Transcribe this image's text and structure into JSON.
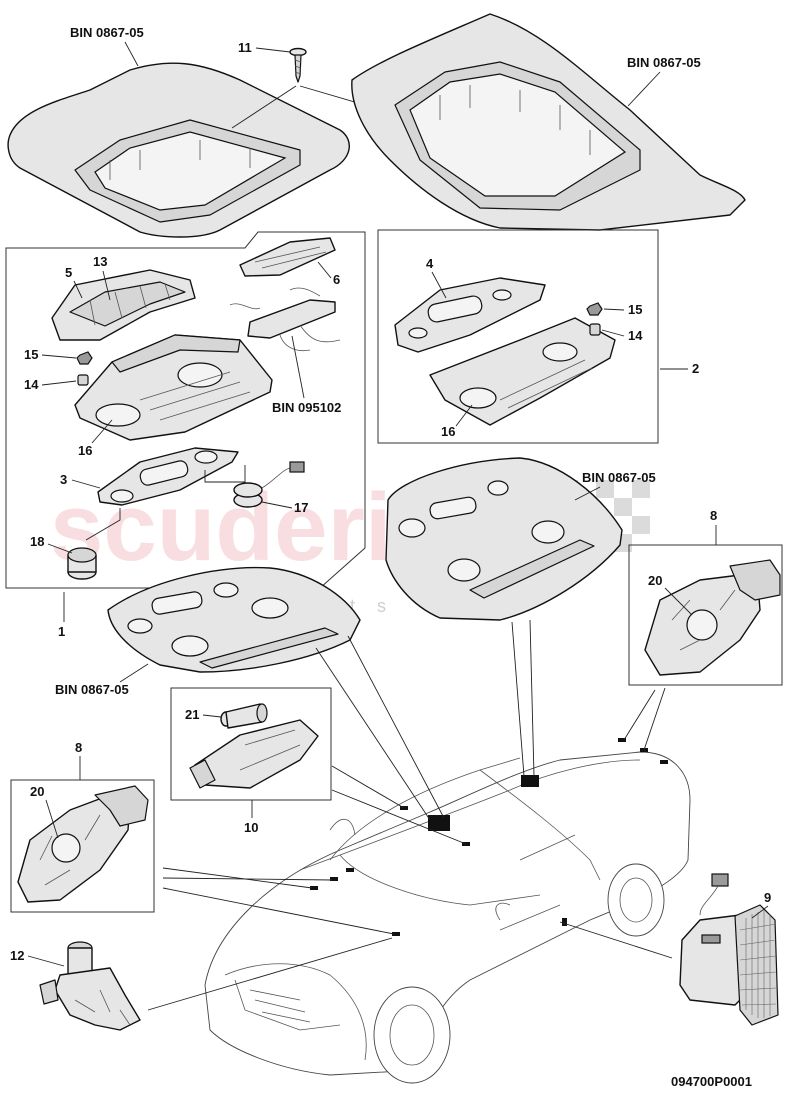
{
  "watermark": {
    "text": "scuderia",
    "subtext": "car parts"
  },
  "labels": {
    "bin_top_left": "BIN 0867-05",
    "bin_top_right": "BIN 0867-05",
    "bin_mid_right": "BIN 0867-05",
    "bin_lower_left": "BIN 0867-05",
    "bin_095102": "BIN 095102",
    "n1": "1",
    "n2": "2",
    "n3": "3",
    "n4": "4",
    "n5": "5",
    "n6": "6",
    "n8a": "8",
    "n8b": "8",
    "n9": "9",
    "n10": "10",
    "n11": "11",
    "n12": "12",
    "n13": "13",
    "n14a": "14",
    "n14b": "14",
    "n15a": "15",
    "n15b": "15",
    "n16a": "16",
    "n16b": "16",
    "n17": "17",
    "n18": "18",
    "n20a": "20",
    "n20b": "20",
    "n21": "21"
  },
  "footer": {
    "code": "094700P0001"
  }
}
